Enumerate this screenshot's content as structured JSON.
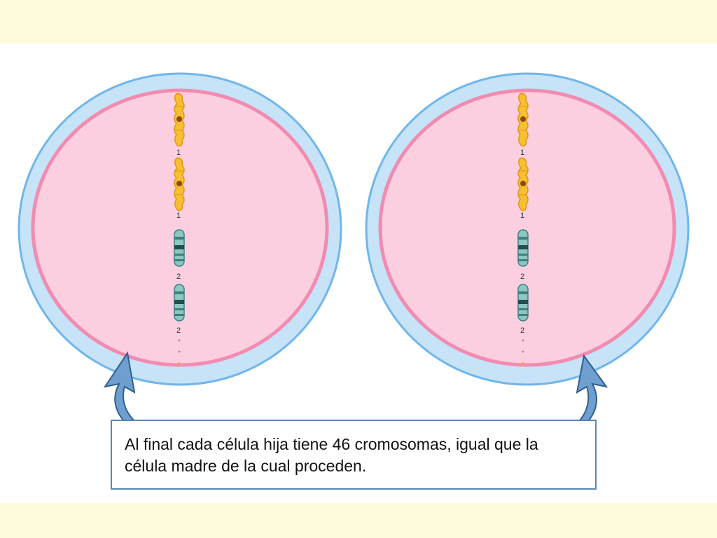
{
  "diagram": {
    "caption": "Al final cada célula hija tiene 46 cromosomas, igual que la célula madre de la cual proceden.",
    "chromosome_labels": [
      "1",
      "1",
      "2",
      "2"
    ]
  },
  "colors": {
    "background": "#fdfbdc",
    "cell_outer": "#c6e3f8",
    "cell_outer_stroke": "#6fb6ec",
    "nucleus_fill": "#fccfe0",
    "nucleus_stroke": "#f28bb0",
    "chromosome_1": "#f8c030",
    "chromosome_2": "#8cc8c0",
    "arrow": "#6f9fcf",
    "caption_border": "#5a86b3"
  }
}
